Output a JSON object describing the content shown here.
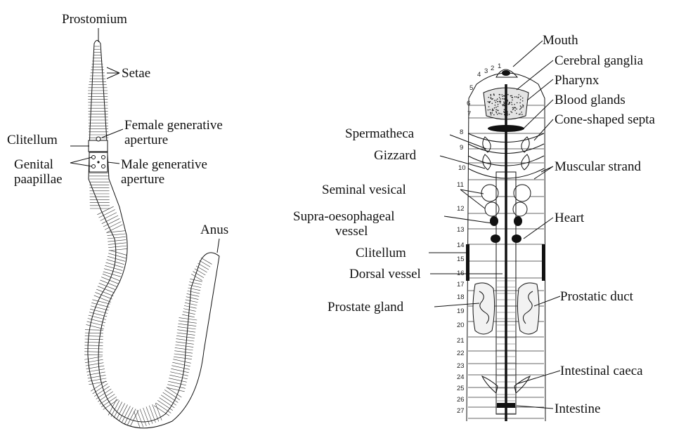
{
  "left_figure": {
    "labels": {
      "prostomium": "Prostomium",
      "setae": "Setae",
      "female_aperture_1": "Female generative",
      "female_aperture_2": "aperture",
      "clitellum": "Clitellum",
      "genital_1": "Genital",
      "genital_2": "paapillae",
      "male_aperture_1": "Male generative",
      "male_aperture_2": "aperture",
      "anus": "Anus"
    }
  },
  "right_figure": {
    "labels": {
      "mouth": "Mouth",
      "cerebral_ganglia": "Cerebral ganglia",
      "pharynx": "Pharynx",
      "blood_glands": "Blood glands",
      "cone_septa": "Cone-shaped septa",
      "spermatheca": "Spermatheca",
      "gizzard": "Gizzard",
      "muscular_strand": "Muscular strand",
      "seminal_vesical": "Seminal vesical",
      "supra_oeso_1": "Supra-oesophageal",
      "supra_oeso_2": "vessel",
      "heart": "Heart",
      "clitellum": "Clitellum",
      "dorsal_vessel": "Dorsal vessel",
      "prostatic_duct": "Prostatic duct",
      "prostate_gland": "Prostate gland",
      "intestinal_caeca": "Intestinal caeca",
      "intestine": "Intestine"
    },
    "segment_numbers": [
      "1",
      "2",
      "3",
      "4",
      "5",
      "6",
      "7",
      "8",
      "9",
      "10",
      "11",
      "12",
      "13",
      "14",
      "15",
      "16",
      "17",
      "18",
      "19",
      "20",
      "21",
      "22",
      "23",
      "24",
      "25",
      "26",
      "27"
    ]
  }
}
